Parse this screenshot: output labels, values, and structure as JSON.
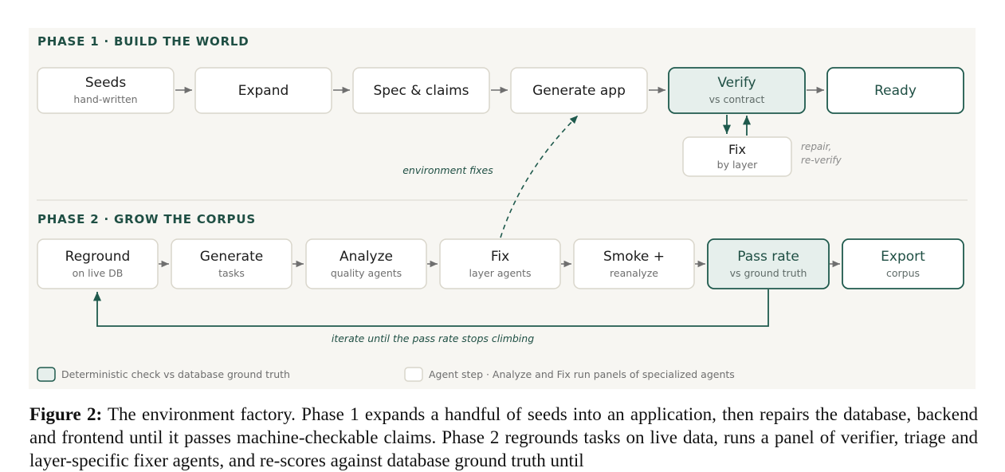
{
  "phase1": {
    "title": "PHASE 1 · BUILD THE WORLD",
    "nodes": [
      {
        "title": "Seeds",
        "subtitle": "hand-written"
      },
      {
        "title": "Expand",
        "subtitle": ""
      },
      {
        "title": "Spec & claims",
        "subtitle": ""
      },
      {
        "title": "Generate app",
        "subtitle": ""
      },
      {
        "title": "Verify",
        "subtitle": "vs contract"
      },
      {
        "title": "Ready",
        "subtitle": ""
      }
    ],
    "fix_node": {
      "title": "Fix",
      "subtitle": "by layer"
    },
    "repair_note": [
      "repair,",
      "re-verify"
    ]
  },
  "environment_fixes_label": "environment fixes",
  "phase2": {
    "title": "PHASE 2 · GROW THE CORPUS",
    "nodes": [
      {
        "title": "Reground",
        "subtitle": "on live DB"
      },
      {
        "title": "Generate",
        "subtitle": "tasks"
      },
      {
        "title": "Analyze",
        "subtitle": "quality agents"
      },
      {
        "title": "Fix",
        "subtitle": "layer agents"
      },
      {
        "title": "Smoke +",
        "subtitle": "reanalyze"
      },
      {
        "title": "Pass rate",
        "subtitle": "vs ground truth"
      },
      {
        "title": "Export",
        "subtitle": "corpus"
      }
    ],
    "loop_label": "iterate until the pass rate stops climbing"
  },
  "legend": {
    "deterministic": "Deterministic check vs database ground truth",
    "agent": "Agent step · Analyze and Fix run panels of specialized agents"
  },
  "caption": {
    "label": "Figure 2:",
    "text": " The environment factory. Phase 1 expands a handful of seeds into an application, then repairs the database, backend and frontend until it passes machine-checkable claims. Phase 2 regrounds tasks on live data, runs a panel of verifier, triage and layer-specific fixer agents, and re-scores against database ground truth until"
  },
  "colors": {
    "panel_bg": "#f7f6f2",
    "node_border": "#d9d6cb",
    "accent": "#1f5a4d",
    "accent_fill": "#e6efec",
    "arrow": "#6f6f6f",
    "text_main": "#1c1c1c",
    "text_sub": "#6e6e6e",
    "phase_title": "#1f4f44"
  }
}
